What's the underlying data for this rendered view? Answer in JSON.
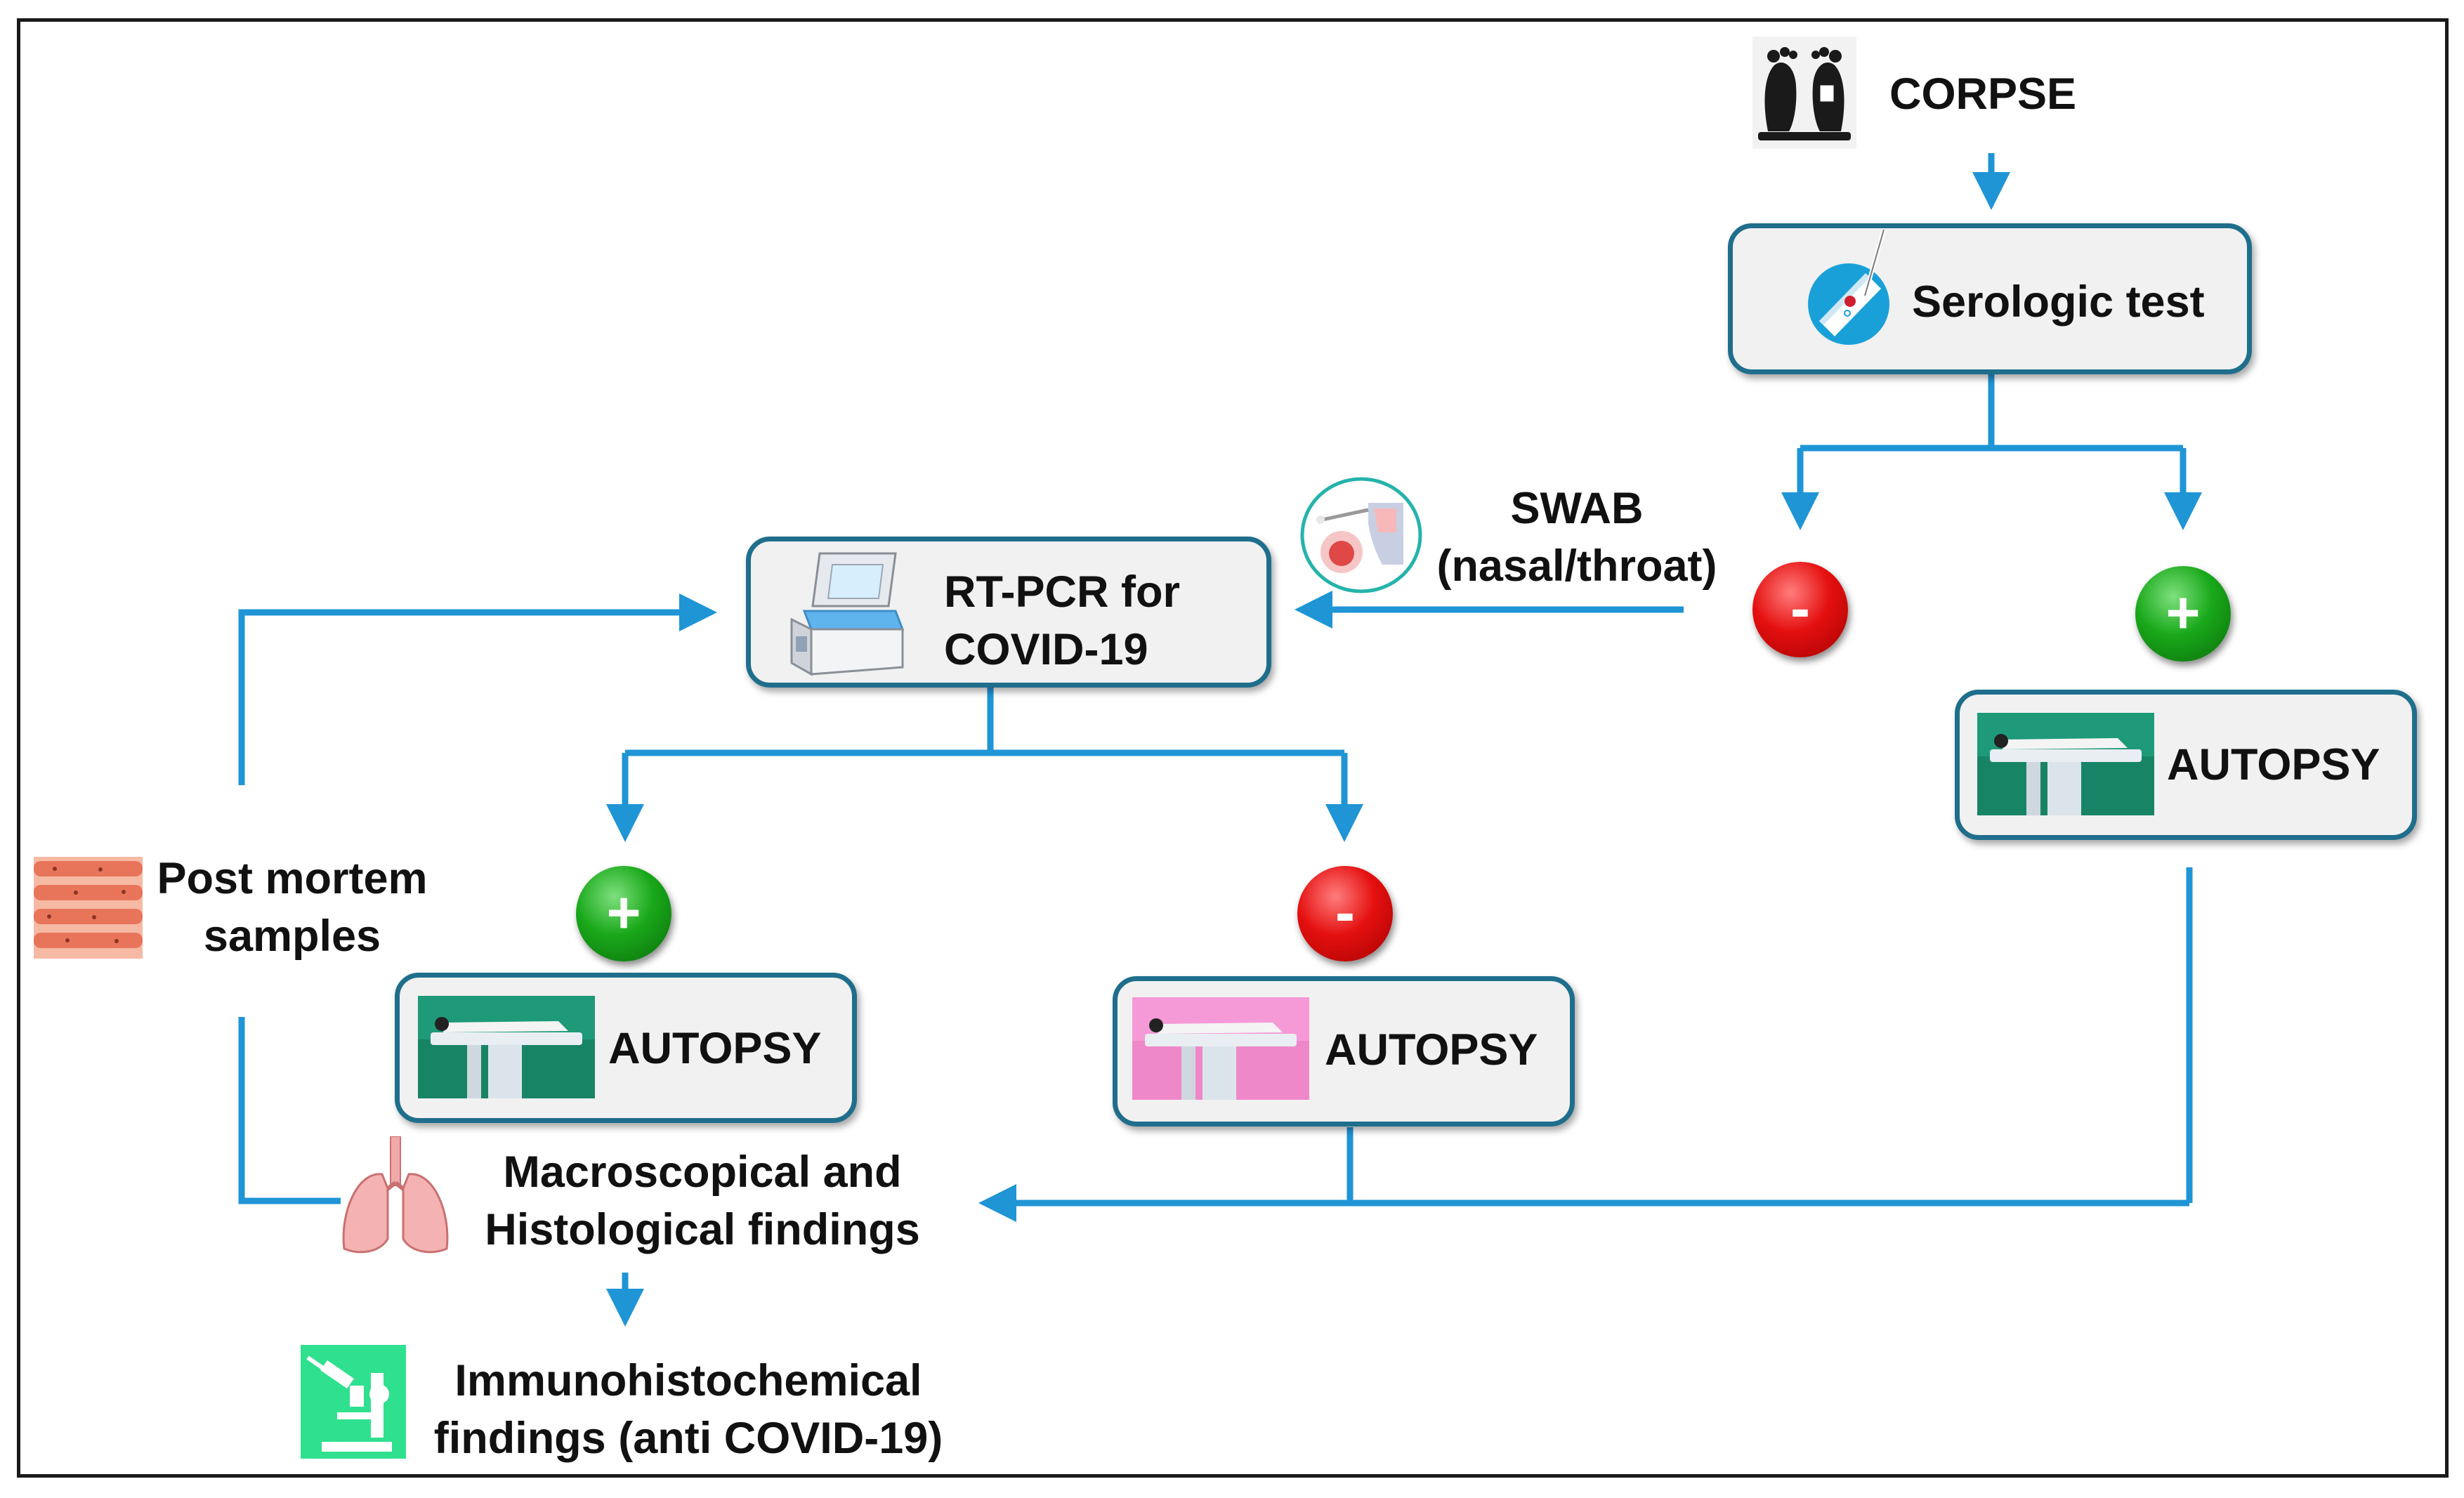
{
  "nodes": {
    "corpse": "CORPSE",
    "serologic_test": "Serologic test",
    "swab_line1": "SWAB",
    "swab_line2": "(nasal/throat)",
    "rtpcr_line1": "RT-PCR for",
    "rtpcr_line2": "COVID-19",
    "autopsy_right": "AUTOPSY",
    "autopsy_left": "AUTOPSY",
    "autopsy_mid": "AUTOPSY",
    "postmortem_line1": "Post mortem",
    "postmortem_line2": "samples",
    "findings_line1": "Macroscopical and",
    "findings_line2": "Histological findings",
    "immuno_line1": "Immunohistochemical",
    "immuno_line2": "findings (anti COVID-19)"
  },
  "badges": {
    "serology_negative": "-",
    "serology_positive": "+",
    "pcr_positive": "+",
    "pcr_negative": "-"
  },
  "colors": {
    "connector": "#1f95d6",
    "box_border": "#1f6e8c",
    "box_fill": "#f1f1f1",
    "negative": "#e51010",
    "positive": "#19a81a",
    "autopsy_green": "#1e9a78",
    "autopsy_pink": "#f59ad6"
  },
  "icons": {
    "corpse": "corpse-feet-icon",
    "serologic": "test-strip-pipette-icon",
    "swab": "nasal-swab-icon",
    "rtpcr": "pcr-machine-icon",
    "autopsy": "autopsy-table-icon",
    "postmortem": "tissue-sample-icon",
    "findings": "lungs-icon",
    "immuno": "microscope-icon"
  }
}
